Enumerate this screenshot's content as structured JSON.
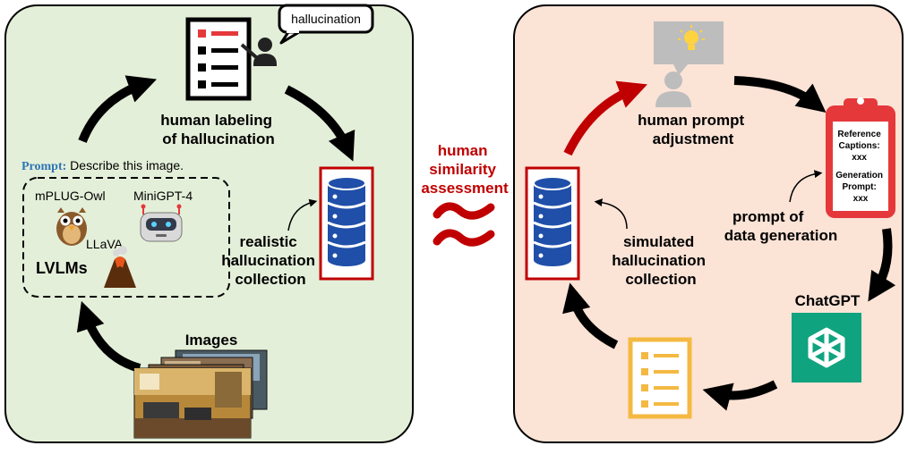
{
  "left_panel": {
    "speech_bubble": "hallucination",
    "human_labeling": [
      "human labeling",
      "of hallucination"
    ],
    "prompt_label": "Prompt:",
    "prompt_text": " Describe this image.",
    "model_mplug": "mPLUG-Owl",
    "model_minigpt": "MiniGPT-4",
    "model_llava": "LLaVA",
    "lvlms": "LVLMs",
    "realistic_collection": [
      "realistic",
      "hallucination",
      "collection"
    ],
    "images_label": "Images"
  },
  "middle": {
    "similarity": [
      "human",
      "similarity",
      "assessment"
    ],
    "approx_symbol": "≈"
  },
  "right_panel": {
    "human_prompt": [
      "human prompt",
      "adjustment"
    ],
    "clipboard_lines": [
      "Reference",
      "Captions:",
      "xxx",
      "Generation",
      "Prompt:",
      "xxx"
    ],
    "prompt_of_generation": [
      "prompt of",
      "data generation"
    ],
    "simulated_collection": [
      "simulated",
      "hallucination",
      "collection"
    ],
    "chatgpt_label": "ChatGPT"
  },
  "colors": {
    "left_bg": "#e4efd9",
    "right_bg": "#fbe3d6",
    "red": "#c00000",
    "bright_red": "#e5383b",
    "db_blue": "#1f4fa8",
    "prompt_blue": "#2e75b6",
    "chatgpt_green": "#10a37f",
    "doc_orange": "#f4b942"
  }
}
